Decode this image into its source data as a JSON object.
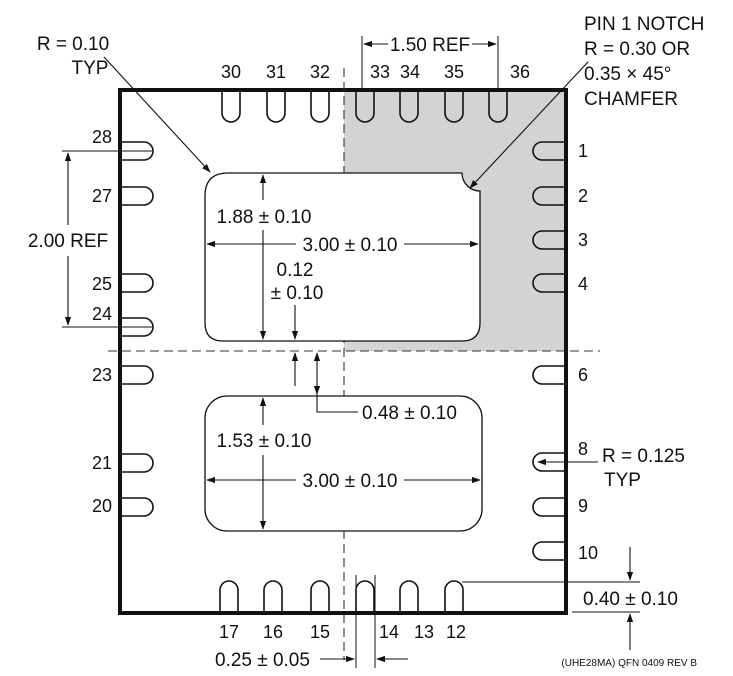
{
  "labels": {
    "corner_radius": [
      "R = 0.10",
      "TYP"
    ],
    "pin1_notch": [
      "PIN 1 NOTCH",
      "R = 0.30 OR",
      "0.35 × 45°",
      "CHAMFER"
    ],
    "width_ref": "1.50 REF",
    "height_ref": "2.00 REF",
    "upper_pad_height": "1.88 ± 0.10",
    "upper_pad_width": "3.00 ± 0.10",
    "pad_gap_a": "0.12",
    "pad_gap_b": "± 0.10",
    "pad_spacing": "0.48 ± 0.10",
    "lower_pad_height": "1.53 ± 0.10",
    "lower_pad_width": "3.00 ± 0.10",
    "lead_radius": [
      "R = 0.125",
      "TYP"
    ],
    "lead_length": "0.40 ± 0.10",
    "lead_width": "0.25 ± 0.05",
    "drawing_code": "(UHE28MA) QFN 0409 REV B"
  },
  "pins": {
    "top": [
      "30",
      "31",
      "32",
      "33",
      "34",
      "35",
      "36"
    ],
    "right": [
      "1",
      "2",
      "3",
      "4",
      "6",
      "8",
      "9",
      "10"
    ],
    "bottom": [
      "17",
      "16",
      "15",
      "14",
      "13",
      "12"
    ],
    "left": [
      "28",
      "27",
      "25",
      "24",
      "23",
      "21",
      "20"
    ]
  }
}
